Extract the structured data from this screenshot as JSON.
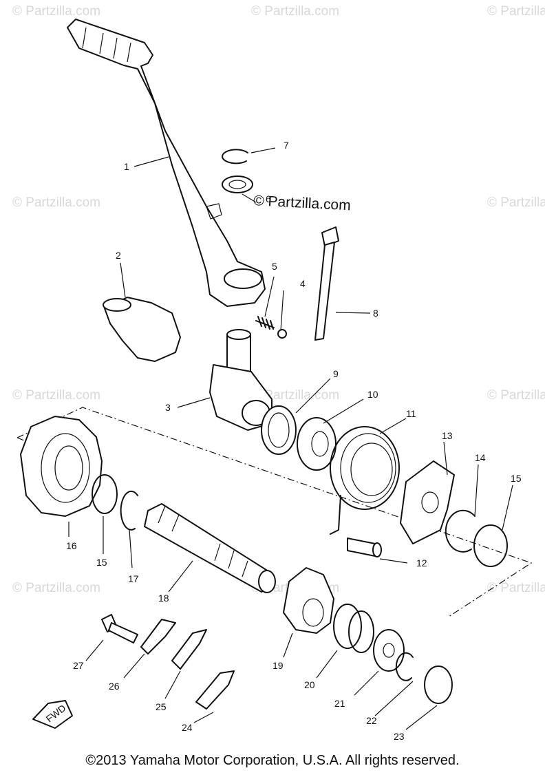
{
  "watermark": "© Partzilla.com",
  "watermark_main": "© Partzilla.com",
  "fwd_label": "FWD",
  "copyright": "©2013  Yamaha Motor Corporation, U.S.A. All rights reserved.",
  "callouts": [
    "1",
    "2",
    "3",
    "4",
    "5",
    "6",
    "7",
    "8",
    "9",
    "10",
    "11",
    "12",
    "13",
    "14",
    "15",
    "15",
    "16",
    "17",
    "18",
    "19",
    "20",
    "21",
    "22",
    "23",
    "24",
    "25",
    "26",
    "27"
  ]
}
